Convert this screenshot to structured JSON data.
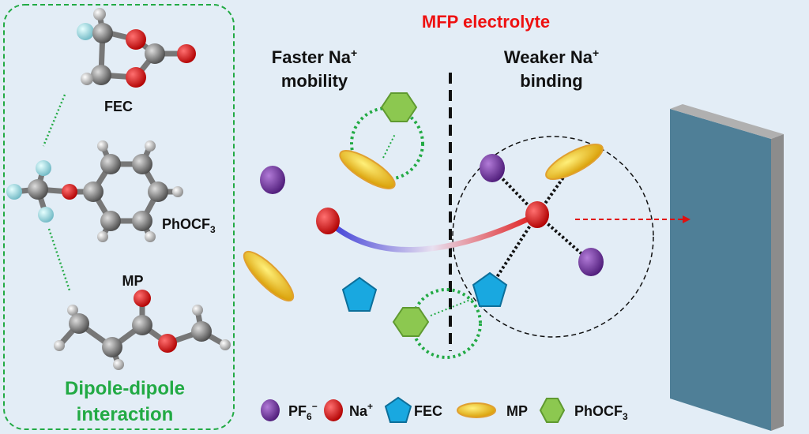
{
  "title": "MFP electrolyte",
  "left_heading": {
    "line1": "Faster Na",
    "line1_sup": "+",
    "line2": "mobility"
  },
  "right_heading": {
    "line1": "Weaker Na",
    "line1_sup": "+",
    "line2": "binding"
  },
  "panel": {
    "fec_label": "FEC",
    "phocf3_label": "PhOCF",
    "phocf3_sub": "3",
    "mp_label": "MP",
    "interaction_line1": "Dipole-dipole",
    "interaction_line2": "interaction"
  },
  "legend": {
    "pf6": {
      "label": "PF",
      "sub": "6",
      "sup": "−"
    },
    "na": {
      "label": "Na",
      "sup": "+"
    },
    "fec": {
      "label": "FEC"
    },
    "mp": {
      "label": "MP"
    },
    "phocf3": {
      "label": "PhOCF",
      "sub": "3"
    }
  },
  "colors": {
    "title": "#ee1111",
    "green": "#22aa44",
    "purple": "#6a2c9a",
    "red": "#e01010",
    "blue": "#19a8e0",
    "yellow": "#f3c400",
    "hex": "#8cc850",
    "wall": "#4f7f97"
  }
}
